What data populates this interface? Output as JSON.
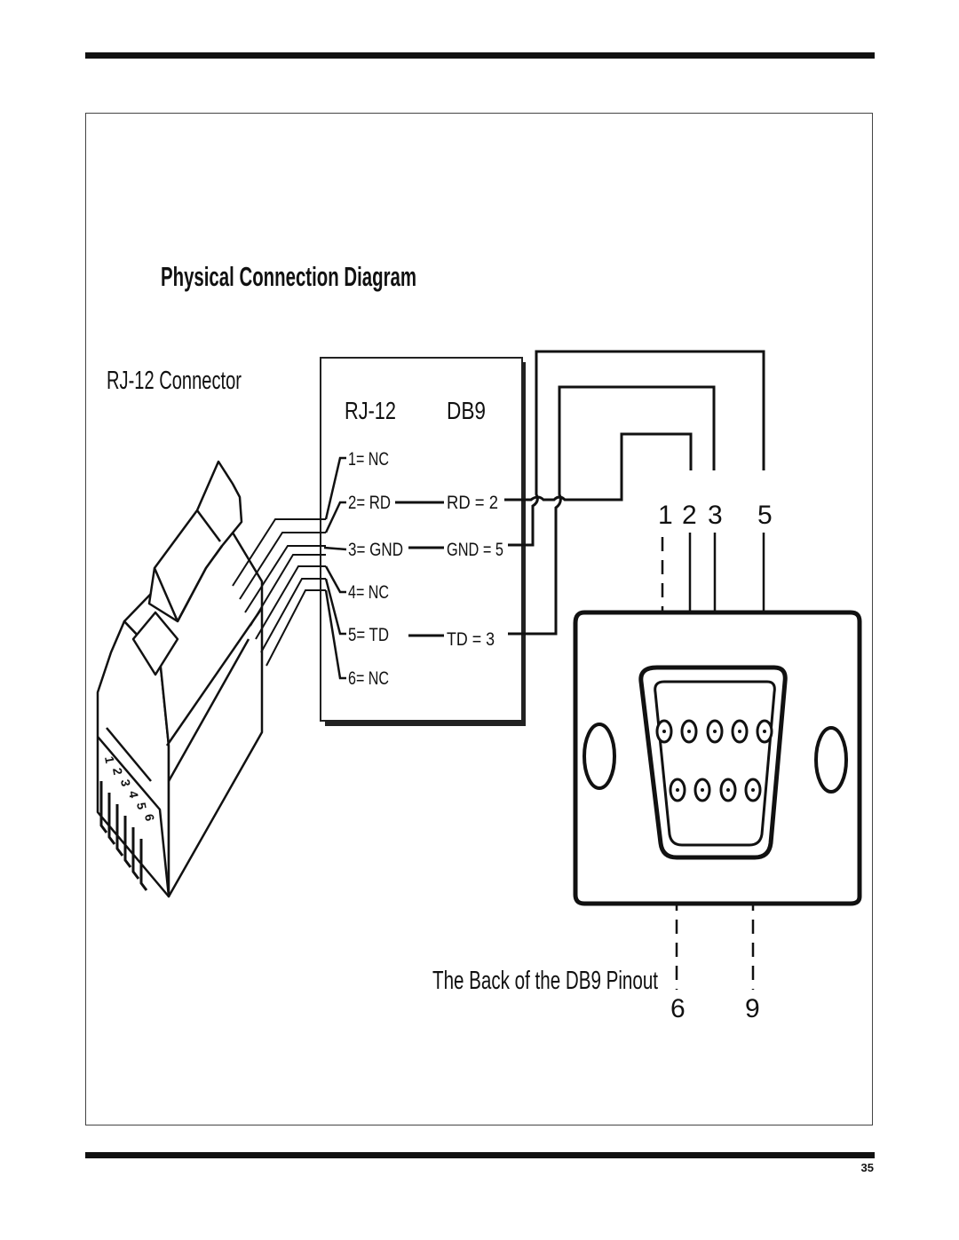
{
  "page_number": "35",
  "diagram": {
    "title": "Physical Connection Diagram",
    "connector_label": "RJ-12 Connector",
    "table_headers": {
      "left": "RJ-12",
      "right": "DB9"
    },
    "rj12_pins": [
      "1= NC",
      "2= RD",
      "3= GND",
      "4= NC",
      "5= TD",
      "6= NC"
    ],
    "db9_signals": [
      "RD = 2",
      "GND = 5",
      "TD = 3"
    ],
    "db9_top_pin_labels": [
      "1",
      "2",
      "3",
      "5"
    ],
    "db9_bottom_pin_labels": [
      "6",
      "9"
    ],
    "pinout_caption": "The Back of the DB9 Pinout",
    "rj12_side_numbers": [
      "1",
      "2",
      "3",
      "4",
      "5",
      "6"
    ]
  }
}
